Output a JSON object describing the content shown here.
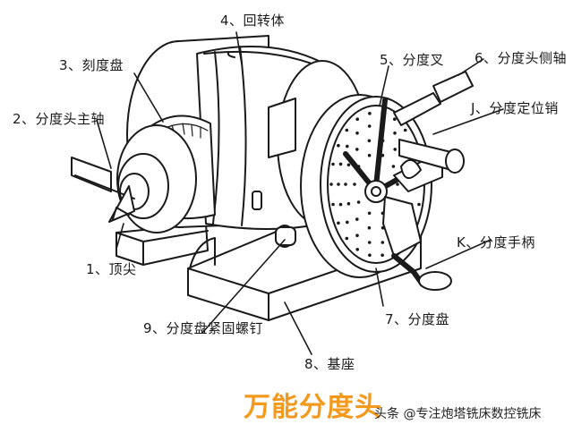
{
  "title": {
    "text": "万能分度头",
    "color": "#F39A1E"
  },
  "credit": "头条 @专注炮塔铣床数控铣床",
  "labels": {
    "p1": "1、顶尖",
    "p2": "2、分度头主轴",
    "p3": "3、刻度盘",
    "p4": "4、回转体",
    "p5": "5、分度叉",
    "p6": "6、分度头侧轴",
    "pJ": "J、分度定位销",
    "pK": "K、分度手柄",
    "p7": "7、分度盘",
    "p8": "8、基座",
    "p9": "9、分度盘紧固螺钉"
  },
  "colors": {
    "line": "#1a1a1a",
    "fill": "#ffffff"
  }
}
